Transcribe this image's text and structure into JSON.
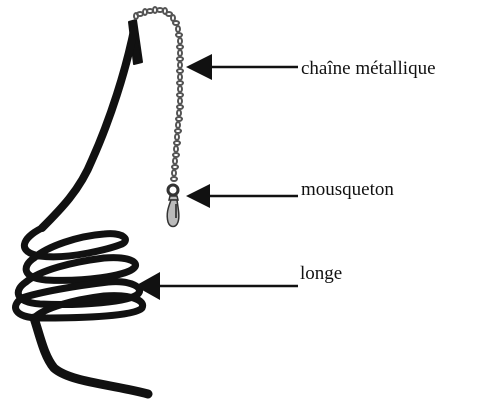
{
  "diagram": {
    "labels": {
      "chain": "chaîne métallique",
      "snap": "mousqueton",
      "lunge": "longe"
    },
    "colors": {
      "ink": "#111111",
      "metal": "#555555",
      "background": "#ffffff"
    },
    "icons": [
      "lunge-line-illustration",
      "arrow-left-icon"
    ]
  }
}
